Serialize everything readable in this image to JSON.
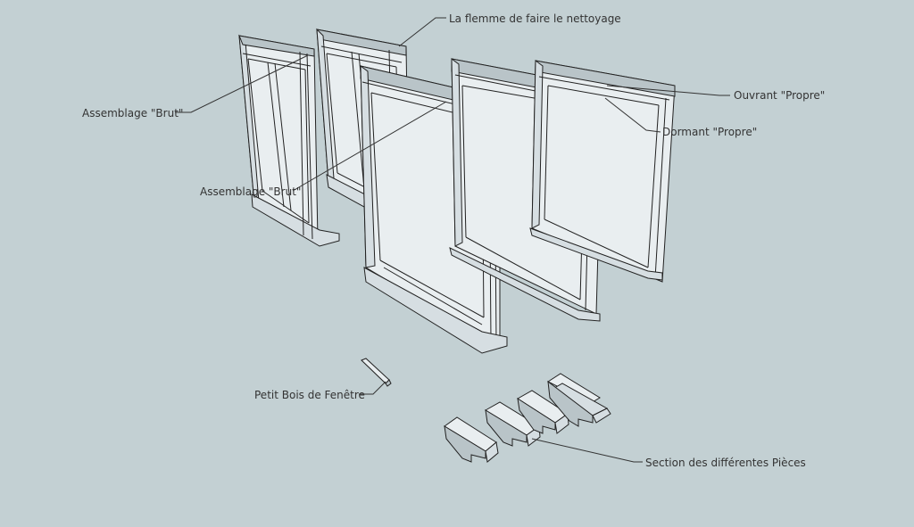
{
  "labels": {
    "cleaning": "La flemme de faire le nettoyage",
    "raw_assembly_1": "Assemblage \"Brut\"",
    "raw_assembly_2": "Assemblage \"Brut\"",
    "sash_clean": "Ouvrant \"Propre\"",
    "frame_clean": "Dormant \"Propre\"",
    "glazing_bar": "Petit Bois de Fenêtre",
    "sections": "Section des différentes Pièces"
  },
  "colors": {
    "background": "#c3d0d3",
    "wood_light": "#e9eef0",
    "wood_mid": "#d6dee2",
    "wood_dark": "#b9c4c8",
    "edge": "#222222"
  }
}
